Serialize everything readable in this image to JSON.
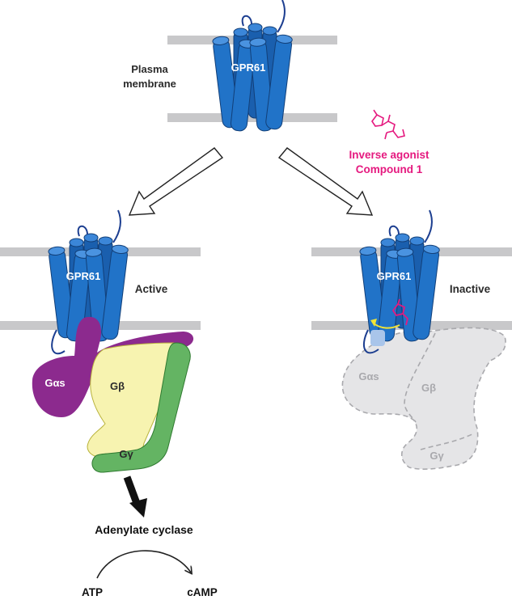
{
  "labels": {
    "plasma_membrane_line1": "Plasma",
    "plasma_membrane_line2": "membrane",
    "receptor": "GPR61",
    "inverse_agonist_line1": "Inverse agonist",
    "inverse_agonist_line2": "Compound 1",
    "state_active": "Active",
    "state_inactive": "Inactive",
    "g_alpha_s": "Gαs",
    "g_beta": "Gβ",
    "g_gamma": "Gγ",
    "effector": "Adenylate cyclase",
    "substrate": "ATP",
    "product": "cAMP"
  },
  "colors": {
    "membrane": "#c8c8ca",
    "receptor": "#1f6cc0",
    "receptor_stroke": "#123f78",
    "loop": "#1c3e90",
    "g_alpha_s": "#8c2a8e",
    "g_beta": "#f7f3b0",
    "g_gamma": "#64b463",
    "inactive_gprotein": "#e5e5e7",
    "inactive_text": "#a9a9ad",
    "compound": "#e5197f",
    "yellow_arrow": "#f1e436"
  },
  "icons": {
    "receptor": "seven-transmembrane-helix-icon",
    "compound": "small-molecule-icon",
    "state_arrows": "hollow-arrow-icon",
    "activation_arrow": "black-arrow-icon",
    "reaction": "curved-arrow-icon"
  }
}
